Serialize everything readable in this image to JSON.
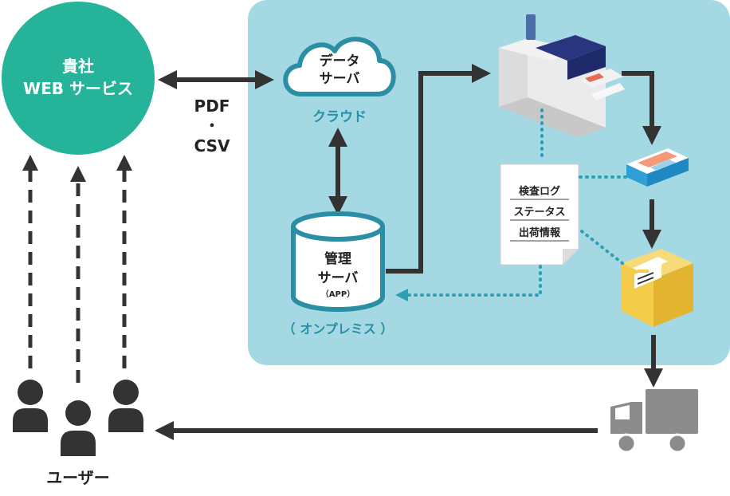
{
  "web_service": {
    "line1": "貴社",
    "line2": "WEB サービス"
  },
  "transfer_format": {
    "line1": "PDF",
    "separator": "・",
    "line2": "CSV"
  },
  "data_server": {
    "line1": "データ",
    "line2": "サーバ",
    "caption": "クラウド"
  },
  "management_server": {
    "line1": "管理",
    "line2": "サーバ",
    "sub": "（APP）",
    "caption": "（ オンプレミス ）"
  },
  "document": {
    "items": [
      "検査ログ",
      "ステータス",
      "出荷情報"
    ]
  },
  "users": {
    "label": "ユーザー"
  },
  "colors": {
    "web_circle": "#25b49a",
    "onprem_panel": "#a4d9e4",
    "teal": "#2a8fa5",
    "arrow": "#333333",
    "dotted": "#2f9fb4",
    "truck": "#8c8c8c",
    "box": "#f3cc4c"
  },
  "icons": [
    "person-icon",
    "truck-icon",
    "cardboard-box-icon",
    "paper-stack-icon",
    "printer-icon",
    "cloud-icon",
    "database-icon",
    "document-icon"
  ]
}
